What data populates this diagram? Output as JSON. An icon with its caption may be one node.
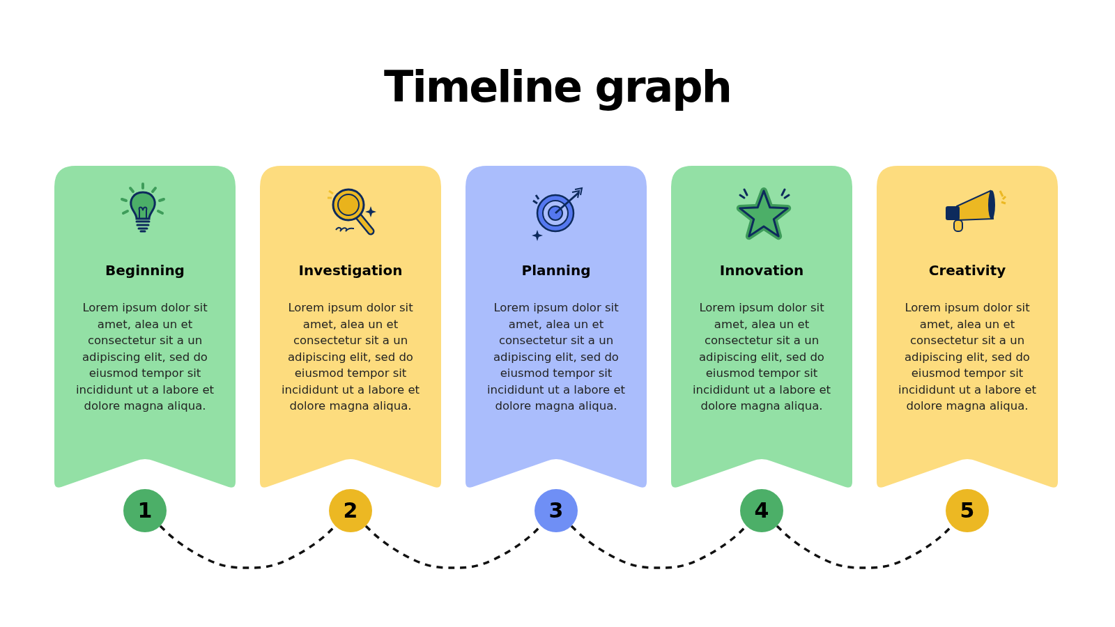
{
  "diagram": {
    "title": "Timeline graph",
    "nodes": [
      {
        "text": [
          "Beginning",
          "Lorem ipsum dolor sit amet, alea un et consectetur sit a un adipiscing elit, sed do eiusmod tempor sit incididunt ut a labore et dolore magna aliqua."
        ]
      },
      {
        "text": [
          "Investigation",
          "Lorem ipsum dolor sit amet, alea un et consectetur sit a un adipiscing elit, sed do eiusmod tempor sit incididunt ut a labore et dolore magna aliqua."
        ]
      },
      {
        "text": [
          "Planning",
          "Lorem ipsum dolor sit amet, alea un et consectetur sit a un adipiscing elit, sed do eiusmod tempor sit incididunt ut a labore et dolore magna aliqua."
        ]
      },
      {
        "text": [
          "Innovation",
          "Lorem ipsum dolor sit amet, alea un et consectetur sit a un adipiscing elit, sed do eiusmod tempor sit incididunt ut a labore et dolore magna aliqua."
        ]
      },
      {
        "text": [
          "Creativity",
          "Lorem ipsum dolor sit amet, alea un et consectetur sit a un adipiscing elit, sed do eiusmod tempor sit incididunt ut a labore et dolore magna aliqua."
        ]
      },
      {
        "text": [
          "1"
        ]
      },
      {
        "text": [
          "2"
        ]
      },
      {
        "text": [
          "3"
        ]
      },
      {
        "text": [
          "4"
        ]
      },
      {
        "text": [
          "5"
        ]
      }
    ],
    "edges": [
      {
        "from": 5,
        "to": 6,
        "arrow": "none",
        "style": "dashed"
      },
      {
        "from": 6,
        "to": 7,
        "arrow": "none",
        "style": "dashed"
      },
      {
        "from": 7,
        "to": 8,
        "arrow": "none",
        "style": "dashed"
      },
      {
        "from": 8,
        "to": 9,
        "arrow": "none",
        "style": "dashed"
      }
    ]
  }
}
